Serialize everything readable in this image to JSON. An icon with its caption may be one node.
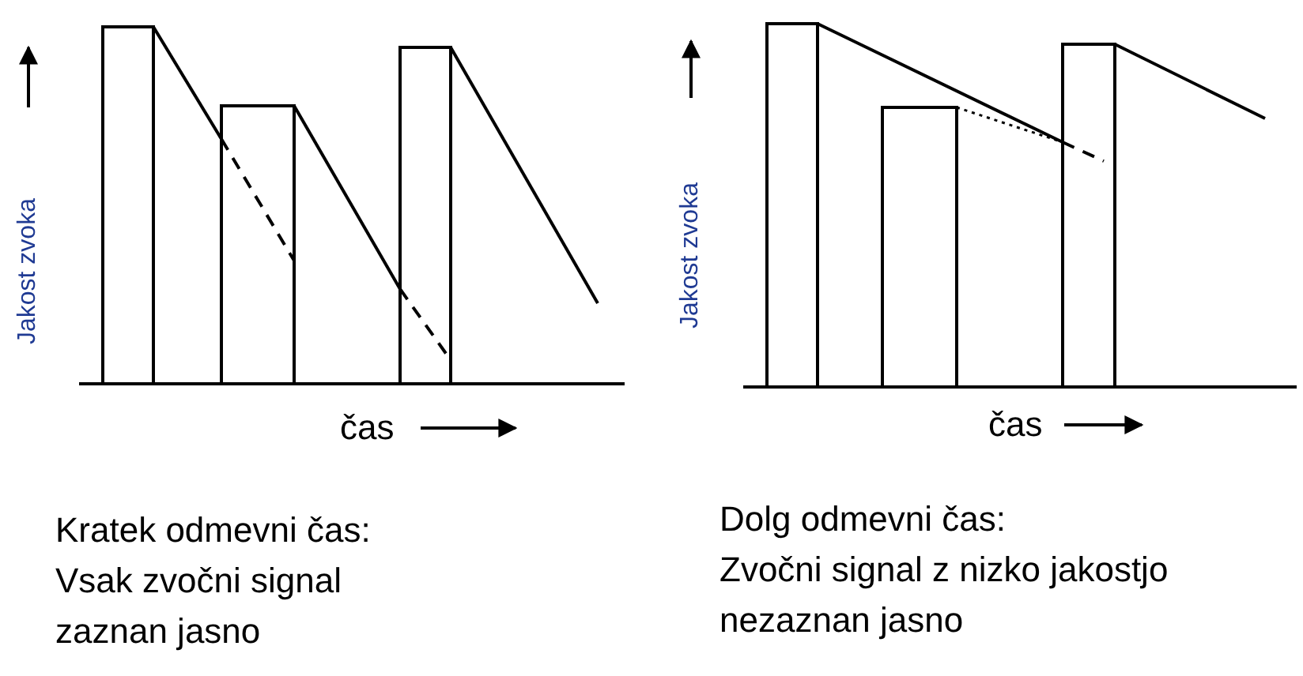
{
  "diagram": {
    "labels": [
      "Jakost zvoka",
      "čas",
      "Kratek odmevni čas:",
      "Vsak zvočni signal zaznan jasno",
      "Jakost zvoka",
      "čas",
      "Dolg odmevni čas:",
      "Zvočni signal z nizko jakostjo nezaznan jasno"
    ]
  }
}
